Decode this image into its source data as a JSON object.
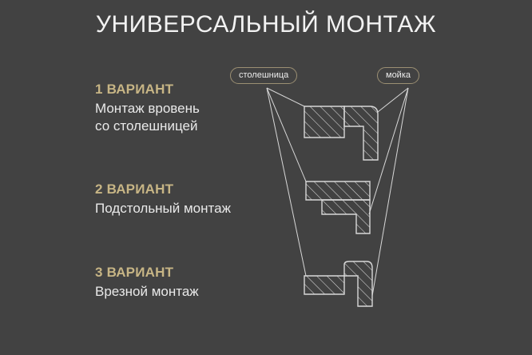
{
  "page": {
    "title": "УНИВЕРСАЛЬНЫЙ МОНТАЖ",
    "background_color": "#424242",
    "accent_color": "#c7b585",
    "line_color": "#d8d8d8",
    "text_color": "#e9e9e9"
  },
  "labels": {
    "countertop": "столешница",
    "sink": "мойка"
  },
  "variants": [
    {
      "number": "1",
      "heading": "1 ВАРИАНТ",
      "desc_line_1": "Монтаж вровень",
      "desc_line_2": "со столешницей",
      "diagram": "flush-mount"
    },
    {
      "number": "2",
      "heading": "2 ВАРИАНТ",
      "desc_line_1": "Подстольный монтаж",
      "desc_line_2": "",
      "diagram": "undermount"
    },
    {
      "number": "3",
      "heading": "3 ВАРИАНТ",
      "desc_line_1": "Врезной монтаж",
      "desc_line_2": "",
      "diagram": "drop-in-mount"
    }
  ]
}
